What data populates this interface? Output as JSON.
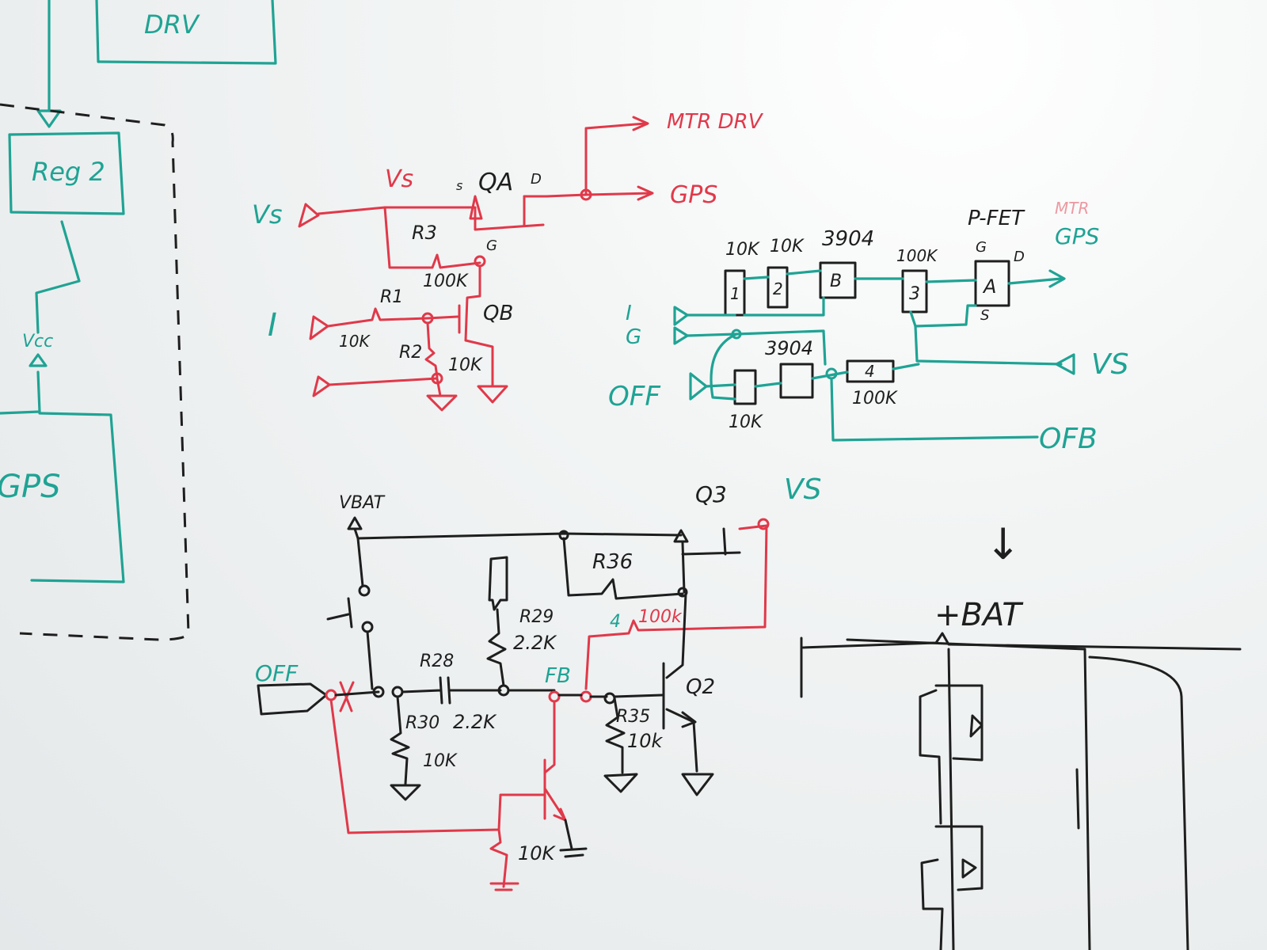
{
  "colors": {
    "green": "#1fa394",
    "red": "#e0394a",
    "black": "#1e1e1e"
  },
  "left_block": {
    "drv": "DRV",
    "reg2": "Reg 2",
    "vcc": "Vcc",
    "gps": "GPS"
  },
  "red_circuit": {
    "vs_in": "Vs",
    "vs_top": "Vs",
    "qa": "QA",
    "s": "s",
    "d": "D",
    "g": "G",
    "mtr_drv": "MTR DRV",
    "gps": "GPS",
    "r3": "R3",
    "r3_val": "100K",
    "i_in": "I",
    "r1": "R1",
    "r1_val": "10K",
    "r2": "R2",
    "r2_val": "10K",
    "qb": "QB"
  },
  "green_circuit": {
    "r1_val": "10K",
    "r2_val": "10K",
    "q_b": "3904",
    "r3_val": "100K",
    "pfet": "P-FET",
    "mtr": "MTR",
    "gps": "GPS",
    "g": "G",
    "d": "D",
    "s": "S",
    "i": "I",
    "gnd": "G",
    "off": "OFF",
    "q_low": "3904",
    "r4_val": "100K",
    "r_low_val": "10K",
    "vs": "VS",
    "ofb": "OFB",
    "box1": "1",
    "box2": "2",
    "boxB": "B",
    "box3": "3",
    "boxA": "A",
    "box4": "4"
  },
  "black_circuit": {
    "vbat": "VBAT",
    "q3": "Q3",
    "vs": "VS",
    "r36": "R36",
    "r29": "R29",
    "r29_val": "2.2K",
    "r28": "R28",
    "r28_val": "2.2K",
    "r30": "R30",
    "r30_val": "10K",
    "fb": "FB",
    "r35": "R35",
    "r35_val": "10k",
    "q2": "Q2",
    "off": "OFF",
    "four": "4",
    "r_red_val": "100k",
    "r_bottom_val": "10K"
  },
  "bat_section": {
    "arrow": "↓",
    "label": "+BAT"
  }
}
